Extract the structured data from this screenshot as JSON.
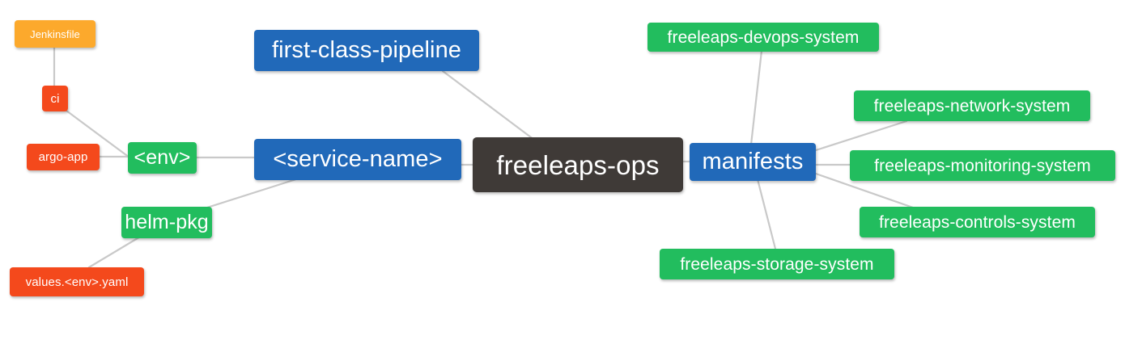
{
  "diagram": {
    "title": "freeleaps-ops mind map",
    "background": "#ffffff",
    "edge_color": "#c9c9c9",
    "palette": {
      "root_dark": "#3F3A37",
      "blue": "#2169B9",
      "green": "#22BD5E",
      "orange": "#FCA92C",
      "red": "#F4491C",
      "text": "#FFFFFF"
    },
    "nodes": {
      "root": {
        "label": "freeleaps-ops",
        "color": "#3F3A37"
      },
      "service_name": {
        "label": "<service-name>",
        "color": "#2169B9"
      },
      "first_class_pipeline": {
        "label": "first-class-pipeline",
        "color": "#2169B9"
      },
      "env": {
        "label": "<env>",
        "color": "#22BD5E"
      },
      "ci": {
        "label": "ci",
        "color": "#F4491C"
      },
      "jenkinsfile": {
        "label": "Jenkinsfile",
        "color": "#FCA92C"
      },
      "argo_app": {
        "label": "argo-app",
        "color": "#F4491C"
      },
      "helm_pkg": {
        "label": "helm-pkg",
        "color": "#22BD5E"
      },
      "values_yaml": {
        "label": "values.<env>.yaml",
        "color": "#F4491C"
      },
      "manifests": {
        "label": "manifests",
        "color": "#2169B9"
      },
      "devops_system": {
        "label": "freeleaps-devops-system",
        "color": "#22BD5E"
      },
      "network_system": {
        "label": "freeleaps-network-system",
        "color": "#22BD5E"
      },
      "monitoring_system": {
        "label": "freeleaps-monitoring-system",
        "color": "#22BD5E"
      },
      "controls_system": {
        "label": "freeleaps-controls-system",
        "color": "#22BD5E"
      },
      "storage_system": {
        "label": "freeleaps-storage-system",
        "color": "#22BD5E"
      }
    },
    "edges": [
      {
        "from": "root",
        "to": "service_name"
      },
      {
        "from": "root",
        "to": "first_class_pipeline"
      },
      {
        "from": "root",
        "to": "manifests"
      },
      {
        "from": "service_name",
        "to": "env"
      },
      {
        "from": "service_name",
        "to": "helm_pkg"
      },
      {
        "from": "env",
        "to": "ci"
      },
      {
        "from": "env",
        "to": "argo_app"
      },
      {
        "from": "ci",
        "to": "jenkinsfile"
      },
      {
        "from": "helm_pkg",
        "to": "values_yaml"
      },
      {
        "from": "manifests",
        "to": "devops_system"
      },
      {
        "from": "manifests",
        "to": "network_system"
      },
      {
        "from": "manifests",
        "to": "monitoring_system"
      },
      {
        "from": "manifests",
        "to": "controls_system"
      },
      {
        "from": "manifests",
        "to": "storage_system"
      }
    ]
  }
}
